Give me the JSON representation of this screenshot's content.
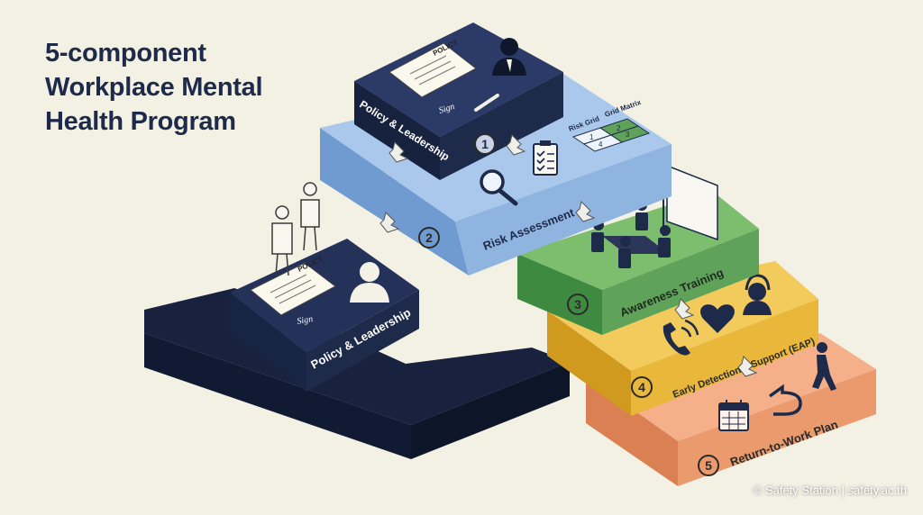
{
  "title_lines": [
    "5-component",
    "Workplace Mental",
    "Health Program"
  ],
  "components": [
    {
      "number": "1",
      "label": "Policy & Leadership"
    },
    {
      "number": "2",
      "label": "Risk Assessment"
    },
    {
      "number": "3",
      "label": "Awareness Training"
    },
    {
      "number": "4",
      "label": "Early Detection + Support (EAP)"
    },
    {
      "number": "5",
      "label": "Return-to-Work Plan"
    }
  ],
  "secondary_block": {
    "label": "Policy & Leadership"
  },
  "document_texts": {
    "policy": "POLICY",
    "signature": "Sign"
  },
  "risk_grid": {
    "title_left": "Risk Grid",
    "title_right": "Grid Matrix",
    "cells": [
      "1",
      "2",
      "3",
      "4"
    ]
  },
  "credit": "© Safety Station | safety.ac.th",
  "colors": {
    "background": "#f3f0e4",
    "navy": "#1e2a4a",
    "blue": "#8fb4df",
    "green": "#5fa35a",
    "yellow": "#e9b73a",
    "orange": "#eb9a6e"
  },
  "icons": [
    "document-icon",
    "manager-icon",
    "pen-icon",
    "magnifier-icon",
    "checklist-icon",
    "info-icon",
    "meeting-icon",
    "presentation-screen-icon",
    "phone-icon",
    "heart-icon",
    "headset-icon",
    "calendar-icon",
    "return-arrow-icon",
    "walking-person-icon",
    "people-icon"
  ]
}
